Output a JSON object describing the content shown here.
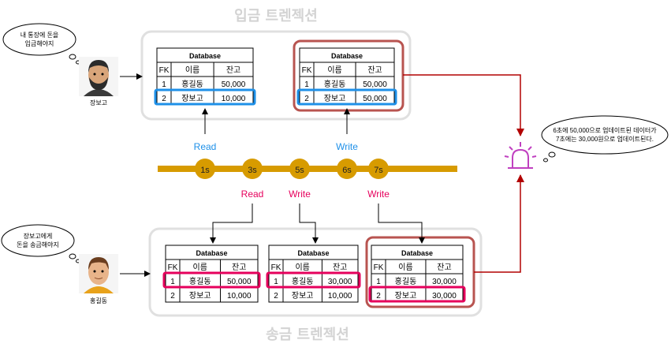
{
  "deposit": {
    "title": "입금 트렌젝션",
    "user_name": "장보고",
    "bubble": [
      "내 통장에 돈을",
      "입금해야지"
    ],
    "db_before": {
      "header": "Database",
      "columns": [
        "FK",
        "이름",
        "잔고"
      ],
      "rows": [
        [
          "1",
          "홍길동",
          "50,000"
        ],
        [
          "2",
          "장보고",
          "10,000"
        ]
      ]
    },
    "db_after": {
      "header": "Database",
      "columns": [
        "FK",
        "이름",
        "잔고"
      ],
      "rows": [
        [
          "1",
          "홍길동",
          "50,000"
        ],
        [
          "2",
          "장보고",
          "50,000"
        ]
      ]
    },
    "read_label": "Read",
    "write_label": "Write"
  },
  "transfer": {
    "title": "송금 트렌젝션",
    "user_name": "홍길동",
    "bubble": [
      "장보고에게",
      "돈을 송금해야지"
    ],
    "db_1": {
      "header": "Database",
      "columns": [
        "FK",
        "이름",
        "잔고"
      ],
      "rows": [
        [
          "1",
          "홍길동",
          "50,000"
        ],
        [
          "2",
          "장보고",
          "10,000"
        ]
      ]
    },
    "db_2": {
      "header": "Database",
      "columns": [
        "FK",
        "이름",
        "잔고"
      ],
      "rows": [
        [
          "1",
          "홍길동",
          "30,000"
        ],
        [
          "2",
          "장보고",
          "10,000"
        ]
      ]
    },
    "db_3": {
      "header": "Database",
      "columns": [
        "FK",
        "이름",
        "잔고"
      ],
      "rows": [
        [
          "1",
          "홍길동",
          "30,000"
        ],
        [
          "2",
          "장보고",
          "30,000"
        ]
      ]
    },
    "read_label": "Read",
    "write_label_1": "Write",
    "write_label_2": "Write"
  },
  "timeline": [
    "1s",
    "3s",
    "5s",
    "6s",
    "7s"
  ],
  "alert_bubble": [
    "6초에 50,000으로 업데이트된 데이터가",
    "7초에는 30,000원으로 업데이트된다."
  ],
  "colors": {
    "blue": "#1e90e8",
    "pink": "#e6005c",
    "red_frame": "#b85450",
    "arrow_red": "#b20000",
    "timeline": "#d79b00",
    "group_border": "#e0e0e0",
    "alarm": "#c040c0"
  }
}
